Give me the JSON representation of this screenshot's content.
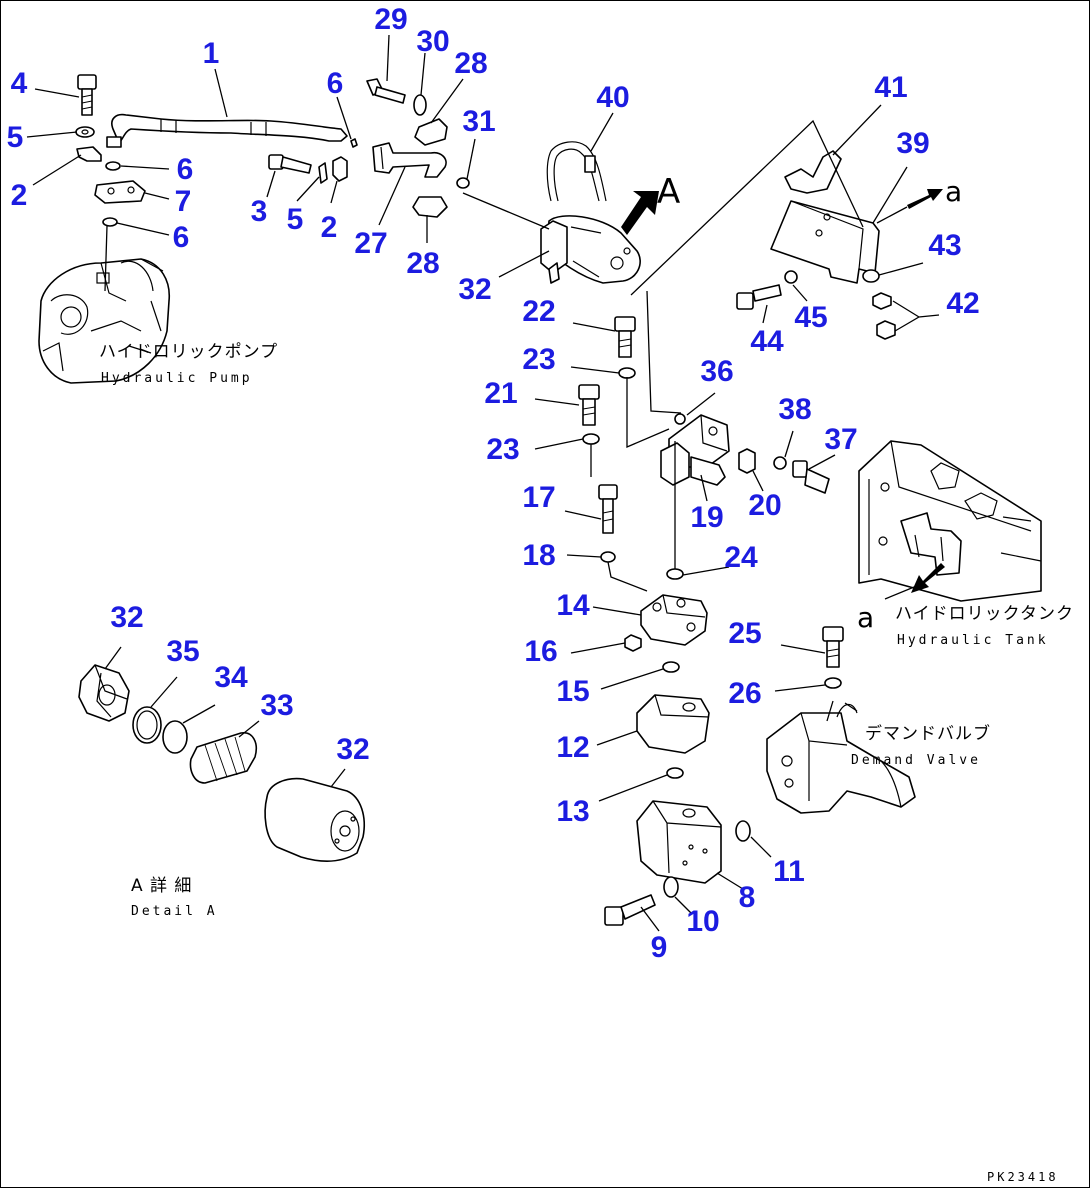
{
  "callouts": [
    {
      "id": "c-1",
      "text": "1"
    },
    {
      "id": "c-4",
      "text": "4"
    },
    {
      "id": "c-5a",
      "text": "5"
    },
    {
      "id": "c-2a",
      "text": "2"
    },
    {
      "id": "c-6a",
      "text": "6"
    },
    {
      "id": "c-7",
      "text": "7"
    },
    {
      "id": "c-6b",
      "text": "6"
    },
    {
      "id": "c-29",
      "text": "29"
    },
    {
      "id": "c-30",
      "text": "30"
    },
    {
      "id": "c-28a",
      "text": "28"
    },
    {
      "id": "c-6c",
      "text": "6"
    },
    {
      "id": "c-3",
      "text": "3"
    },
    {
      "id": "c-5b",
      "text": "5"
    },
    {
      "id": "c-2b",
      "text": "2"
    },
    {
      "id": "c-27",
      "text": "27"
    },
    {
      "id": "c-28b",
      "text": "28"
    },
    {
      "id": "c-31",
      "text": "31"
    },
    {
      "id": "c-40",
      "text": "40"
    },
    {
      "id": "c-32a",
      "text": "32"
    },
    {
      "id": "c-41",
      "text": "41"
    },
    {
      "id": "c-39",
      "text": "39"
    },
    {
      "id": "c-43",
      "text": "43"
    },
    {
      "id": "c-42",
      "text": "42"
    },
    {
      "id": "c-44",
      "text": "44"
    },
    {
      "id": "c-45",
      "text": "45"
    },
    {
      "id": "c-22",
      "text": "22"
    },
    {
      "id": "c-23a",
      "text": "23"
    },
    {
      "id": "c-21",
      "text": "21"
    },
    {
      "id": "c-23b",
      "text": "23"
    },
    {
      "id": "c-36",
      "text": "36"
    },
    {
      "id": "c-38",
      "text": "38"
    },
    {
      "id": "c-37",
      "text": "37"
    },
    {
      "id": "c-17",
      "text": "17"
    },
    {
      "id": "c-19",
      "text": "19"
    },
    {
      "id": "c-20",
      "text": "20"
    },
    {
      "id": "c-18",
      "text": "18"
    },
    {
      "id": "c-24",
      "text": "24"
    },
    {
      "id": "c-14",
      "text": "14"
    },
    {
      "id": "c-16",
      "text": "16"
    },
    {
      "id": "c-25",
      "text": "25"
    },
    {
      "id": "c-15",
      "text": "15"
    },
    {
      "id": "c-26",
      "text": "26"
    },
    {
      "id": "c-12",
      "text": "12"
    },
    {
      "id": "c-13",
      "text": "13"
    },
    {
      "id": "c-11",
      "text": "11"
    },
    {
      "id": "c-8",
      "text": "8"
    },
    {
      "id": "c-10",
      "text": "10"
    },
    {
      "id": "c-9",
      "text": "9"
    },
    {
      "id": "c-32b",
      "text": "32"
    },
    {
      "id": "c-35",
      "text": "35"
    },
    {
      "id": "c-34",
      "text": "34"
    },
    {
      "id": "c-33",
      "text": "33"
    },
    {
      "id": "c-32c",
      "text": "32"
    }
  ],
  "labels": {
    "hydraulic_pump_jp": "ハイドロリックポンプ",
    "hydraulic_pump_en": "Hydraulic Pump",
    "hydraulic_tank_jp": "ハイドロリックタンク",
    "hydraulic_tank_en": "Hydraulic Tank",
    "demand_valve_jp": "デマンドバルブ",
    "demand_valve_en": "Demand Valve",
    "detail_jp": "A 詳 細",
    "detail_en": "Detail A",
    "view_marker": "A",
    "ref_a_top": "a",
    "ref_a_tank": "a",
    "drawing_code": "PK23418"
  },
  "colors": {
    "callout": "#1c1ce0",
    "line": "#000000"
  }
}
